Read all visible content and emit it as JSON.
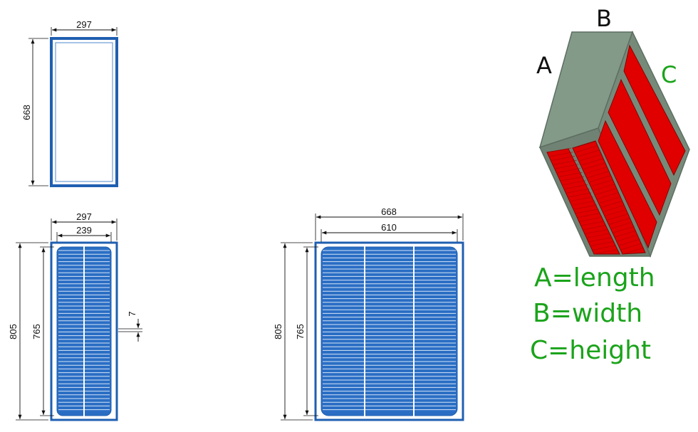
{
  "drawing_frame": {
    "width_label": "297",
    "height_label": "668"
  },
  "drawing_narrow": {
    "outer_width_label": "297",
    "inner_width_label": "239",
    "outer_height_label": "805",
    "inner_height_label": "765",
    "slat_gap_label": "7"
  },
  "drawing_wide": {
    "outer_width_label": "668",
    "inner_width_label": "610",
    "outer_height_label": "805",
    "inner_height_label": "765"
  },
  "cube": {
    "label_a": "A",
    "label_b": "B",
    "label_c": "C",
    "label_a_color": "#111111",
    "label_b_color": "#111111",
    "label_c_color": "#1aa31a",
    "body_color": "#7f9283",
    "face_color": "#e00000"
  },
  "legend": {
    "line_a": "A=length",
    "line_b": "B=width",
    "line_c": "C=height",
    "color": "#1aa31a"
  },
  "colors": {
    "blueprint_blue": "#1f5fb0",
    "blueprint_fill": "#2a6ec4"
  }
}
